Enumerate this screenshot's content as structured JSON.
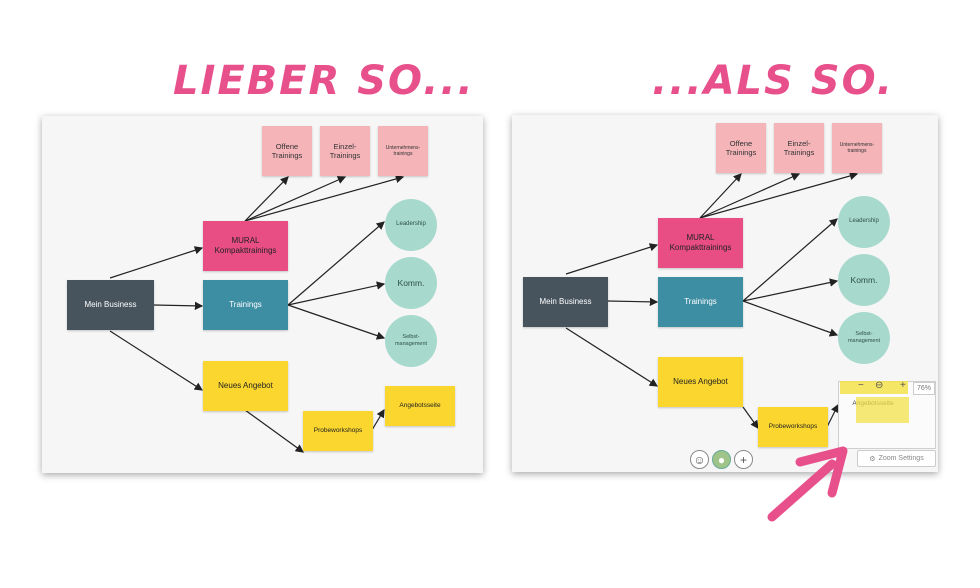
{
  "headings": {
    "left": "LIEBER SO...",
    "right": "...ALS SO."
  },
  "nodes": {
    "offene": "Offene\nTrainings",
    "einzel": "Einzel-\nTrainings",
    "unternehmen": "Unternehmens-\ntrainings",
    "mural": "MURAL\nKompakttrainings",
    "business": "Mein Business",
    "trainings": "Trainings",
    "leadership": "Leadership",
    "komm": "Komm.",
    "selbst": "Selbst-\nmanagement",
    "angebot": "Neues Angebot",
    "probe": "Probeworkshops",
    "angebotsseite": "Angebotsseite"
  },
  "zoom": {
    "percent": "76%",
    "settings_label": "Zoom Settings",
    "minus": "−",
    "plus": "+"
  },
  "colors": {
    "heading": "#e8508c",
    "arrow_pink": "#e8508c",
    "dark": "#47545e",
    "teal": "#3d8da3",
    "pink": "#e84d84",
    "yellow": "#fad62e",
    "mint": "#a7dacd",
    "pink_light": "#f4b4b8"
  },
  "icons": {
    "emoji": "smiley-icon",
    "avatar": "user-avatar-icon",
    "add": "plus-icon",
    "gear": "gear-icon",
    "big_arrow": "pointer-arrow-icon"
  }
}
